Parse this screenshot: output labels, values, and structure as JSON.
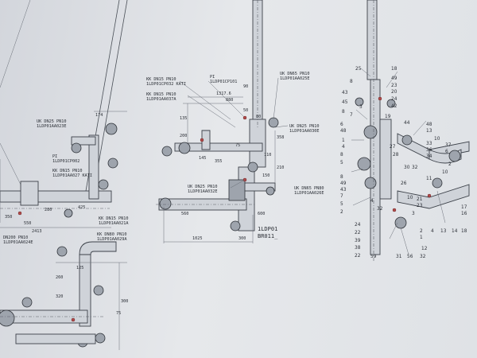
{
  "left_labels": {
    "dn25_top": "UK DN25 PN10",
    "dn25_top_code": "1LDP01AA023E",
    "pi_left": "PI",
    "pi_left_code": "1LDP01CP002",
    "kk_dn15_left": "KK DN15 PN10",
    "kk_dn15_left_code": "1LDP01AA027 KATI",
    "kk_dn15_bottom": "KK DN15 PN10",
    "kk_dn15_bottom_code": "1LDP01AA021A",
    "kk_dn80": "KK DN80 PN10",
    "kk_dn80_code": "1LDP01AA029A",
    "dn200": "DN200 PN10",
    "dn200_code": "1LDP01AA024E",
    "dim_174": "174",
    "dim_2413": "2413",
    "dim_350": "350",
    "dim_280": "280",
    "dim_425": "425",
    "dim_550": "550",
    "dim_125": "125",
    "dim_300": "300",
    "dim_75": "75",
    "dim_260": "260",
    "dim_320": "320"
  },
  "center_labels": {
    "kk_dn15_a": "KK DN15 PN10",
    "kk_dn15_a_code": "1LDP01CP032 KATI",
    "kk_dn15_b": "KK DN15 PN10",
    "kk_dn15_b_code": "1LDP01AA037A",
    "pi": "PI",
    "pi_code": "1LDP01CP101",
    "uk_dn65_top": "UK DN65 PN10",
    "uk_dn65_top_code": "1LDP01AA025E",
    "uk_dn25_right": "UK DN25 PN10",
    "uk_dn25_right_code": "1LDP01AA030E",
    "uk_dn25_bottom": "UK DN25 PN10",
    "uk_dn25_bottom_code": "1LDP01AA032E",
    "uk_dn65_bottom": "UK DN65 PN80",
    "uk_dn65_bottom_code": "1LDP01AA026E",
    "dim_1317": "1317.6",
    "dim_880": "880",
    "dim_135": "135",
    "dim_200": "200",
    "dim_1025": "1025",
    "dim_300": "300",
    "dim_358": "358",
    "dim_210": "210",
    "dim_110": "110",
    "dim_355": "355",
    "dim_75": "75",
    "dim_145": "145",
    "dim_560": "560",
    "dim_150": "150",
    "dim_80": "80",
    "dim_50": "50",
    "dim_600": "600",
    "dim_90": "90",
    "tag_line1": "1LDP01",
    "tag_line2": "BR011_"
  },
  "right_numbers": {
    "n25": "25",
    "n18a": "18",
    "n8a": "8",
    "n49a": "49",
    "n23a": "23",
    "n20": "20",
    "n43a": "43",
    "n7a": "7",
    "n8b": "8",
    "n45": "45",
    "n3": "3",
    "n24": "24",
    "n42": "42",
    "n6a": "6",
    "n48a": "48",
    "n19": "19",
    "n44": "44",
    "n48b": "48",
    "n1a": "1",
    "n13a": "13",
    "n10": "10",
    "n4a": "4",
    "n33": "33",
    "n8c": "8",
    "n36": "36",
    "n5a": "5",
    "n27": "27",
    "n37": "37",
    "n6b": "6",
    "n34": "34",
    "n28": "28",
    "n30": "30",
    "n32a": "32",
    "n2a": "2",
    "n10b": "10",
    "n11": "11",
    "n26": "26",
    "n8d": "8",
    "n49b": "49",
    "n43b": "43",
    "n7b": "7",
    "n5b": "5",
    "n4b": "4",
    "n32b": "32",
    "n2b": "2",
    "n24b": "24",
    "n12": "12",
    "n13b": "13",
    "n14": "14",
    "n18b": "18",
    "n17": "17",
    "n22a": "22",
    "n39": "39",
    "n38": "38",
    "n22b": "22",
    "n59": "59",
    "n31": "31",
    "n56": "56",
    "n32c": "32",
    "n2c": "2",
    "n1b": "1",
    "n10c": "10",
    "n16": "16",
    "n4c": "4",
    "n3b": "3",
    "n21": "21",
    "n23b": "23"
  }
}
